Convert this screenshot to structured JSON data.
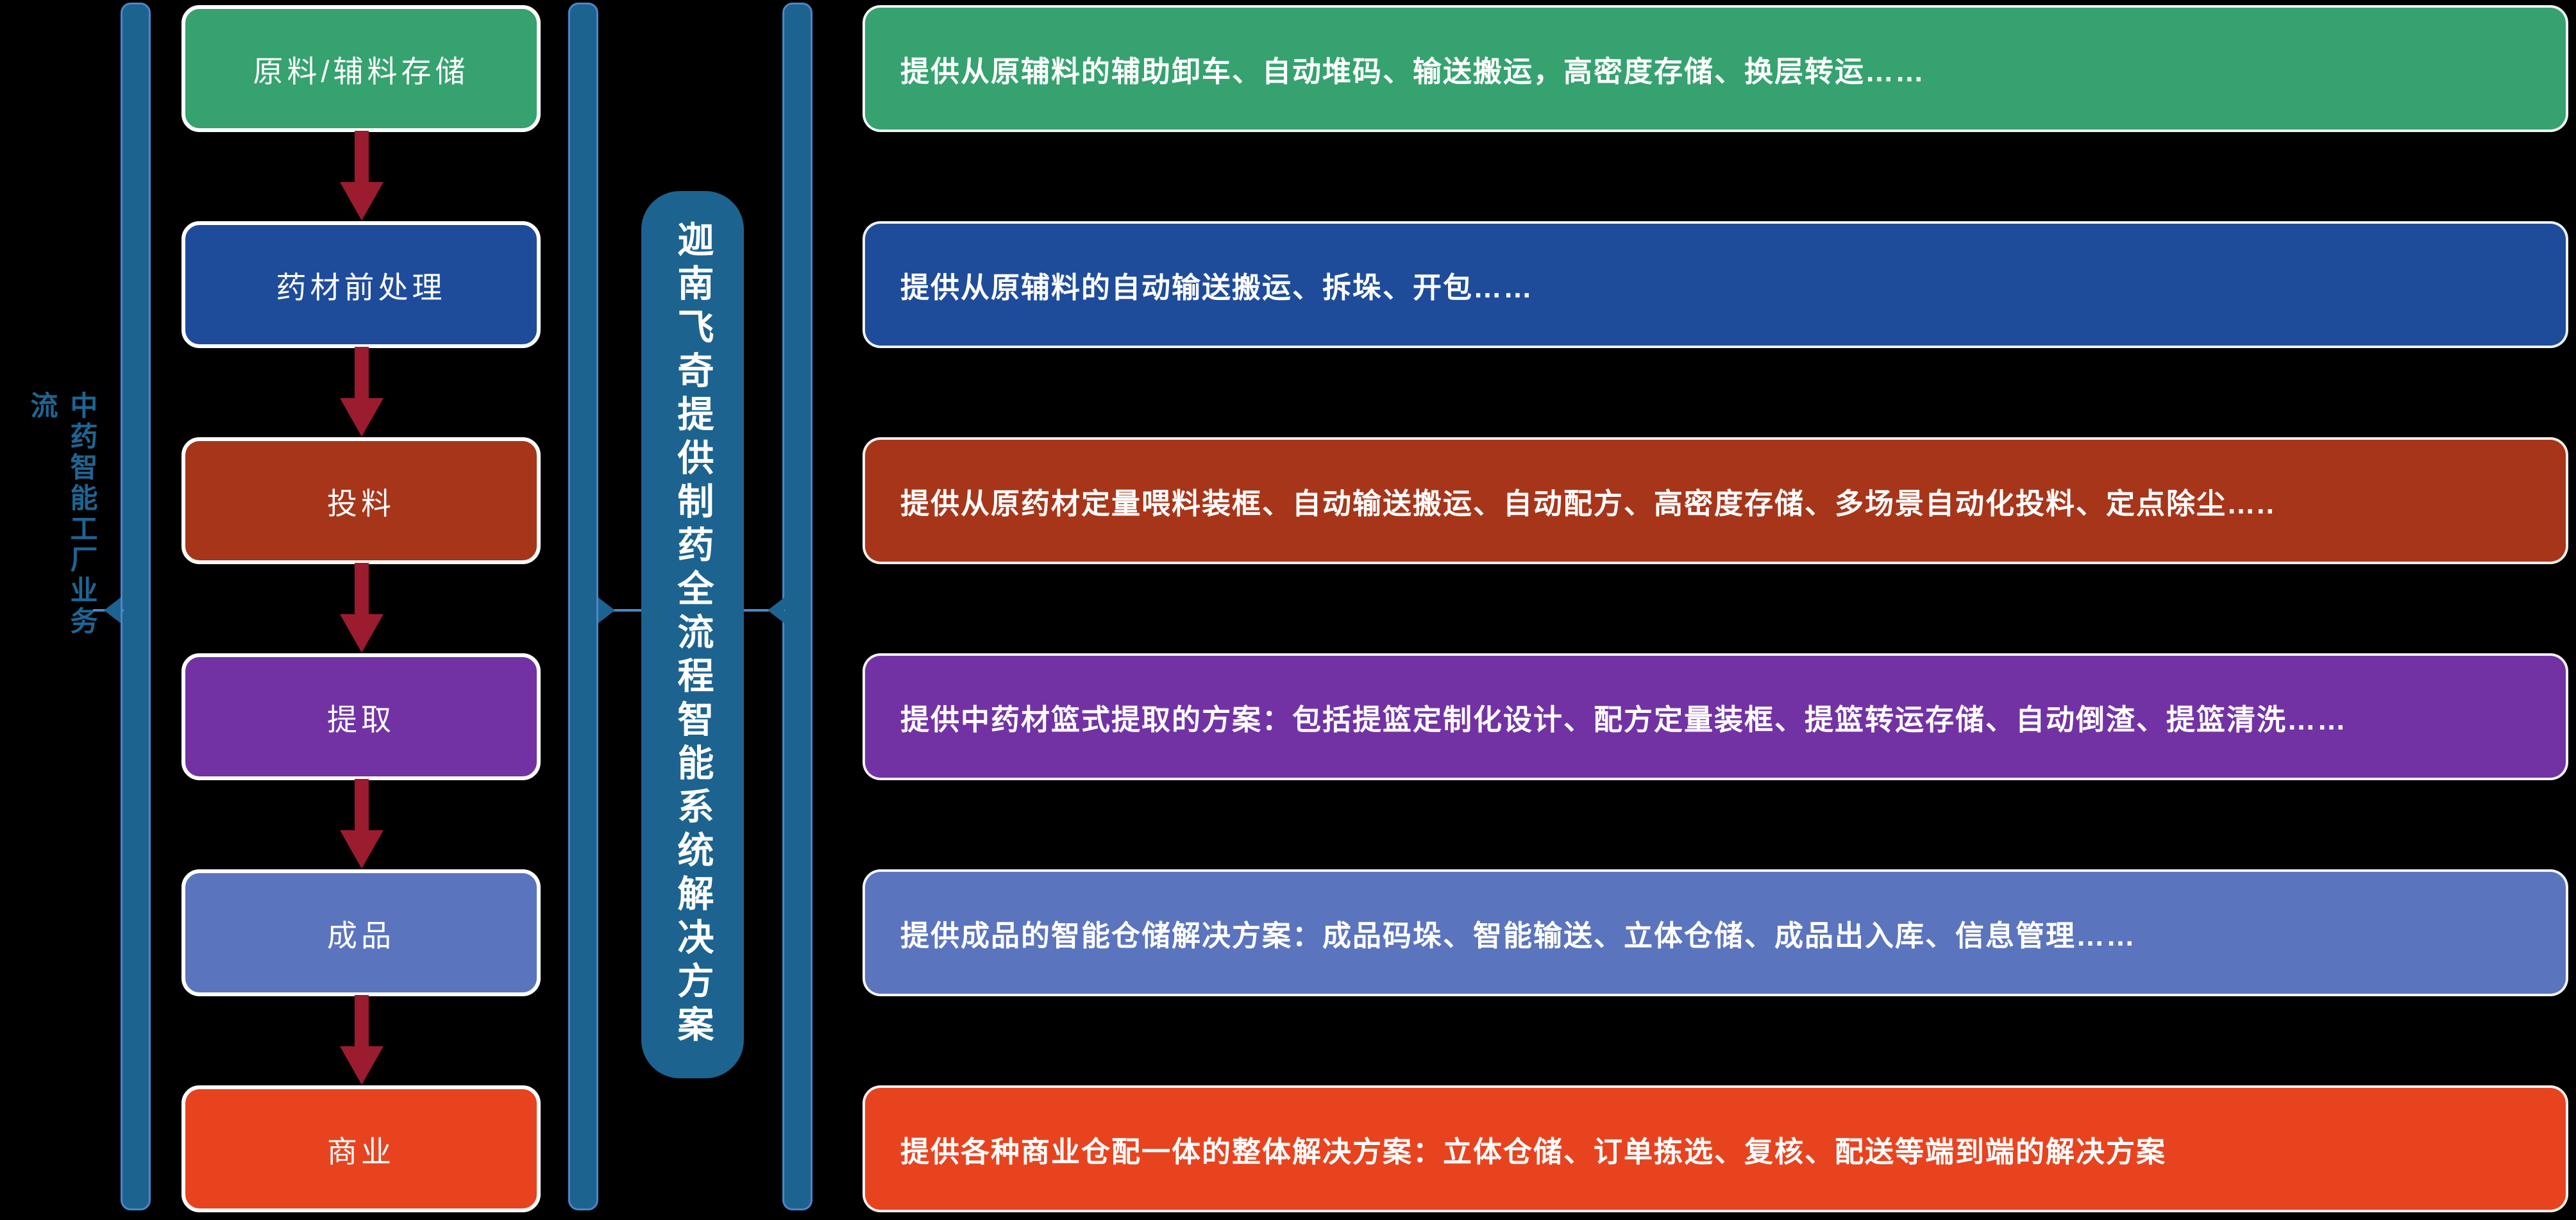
{
  "page": {
    "background": "#000000"
  },
  "left_label": {
    "text": "中药智能工厂业务流",
    "color": "#1E6592"
  },
  "brackets": {
    "fill": "#1D6390",
    "outline": "#4C86C9"
  },
  "center_column": {
    "text": "迦南飞奇提供制药全流程智能系统解决方案",
    "fill": "#1D6390",
    "text_color": "#FFFFFF"
  },
  "arrow": {
    "color": "#9A1C2E"
  },
  "flow_steps": [
    {
      "label": "原料/辅料存储",
      "color": "#35A26F",
      "description": "提供从原辅料的辅助卸车、自动堆码、输送搬运，高密度存储、换层转运……"
    },
    {
      "label": "药材前处理",
      "color": "#1E4C9A",
      "description": "提供从原辅料的自动输送搬运、拆垛、开包……"
    },
    {
      "label": "投料",
      "color": "#A7351A",
      "description": "提供从原药材定量喂料装框、自动输送搬运、自动配方、高密度存储、多场景自动化投料、定点除尘….."
    },
    {
      "label": "提取",
      "color": "#7232A4",
      "description": "提供中药材篮式提取的方案：包括提篮定制化设计、配方定量装框、提篮转运存储、自动倒渣、提篮清洗……"
    },
    {
      "label": "成品",
      "color": "#5B74BE",
      "description": "提供成品的智能仓储解决方案：成品码垛、智能输送、立体仓储、成品出入库、信息管理……"
    },
    {
      "label": "商业",
      "color": "#E8431F",
      "description": "提供各种商业仓配一体的整体解决方案：立体仓储、订单拣选、复核、配送等端到端的解决方案"
    }
  ]
}
